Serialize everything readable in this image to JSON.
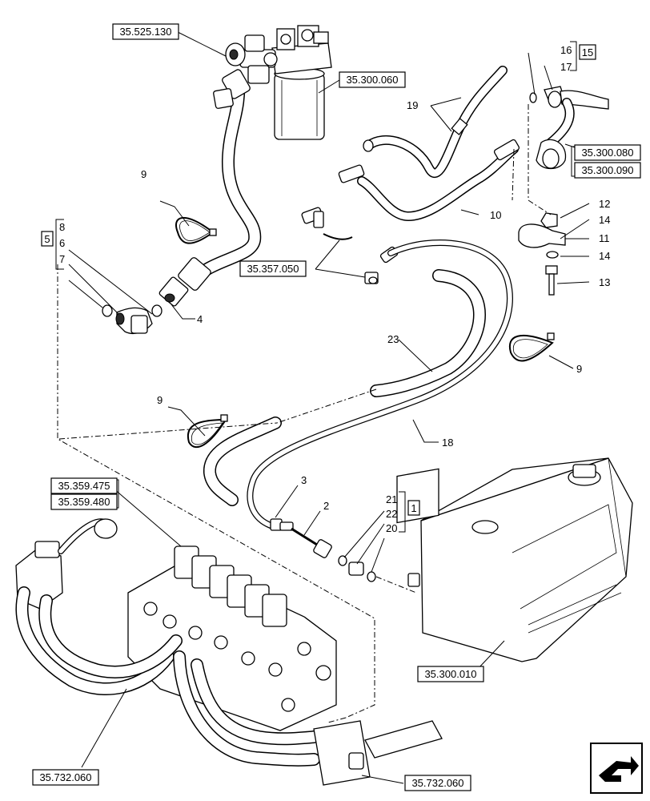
{
  "references": {
    "r_525_130": "35.525.130",
    "r_300_060": "35.300.060",
    "r_300_080": "35.300.080",
    "r_300_090": "35.300.090",
    "r_357_050": "35.357.050",
    "r_359_475": "35.359.475",
    "r_359_480": "35.359.480",
    "r_300_010": "35.300.010",
    "r_732_060_left": "35.732.060",
    "r_732_060_right": "35.732.060"
  },
  "groups": {
    "g5": "5",
    "g15": "15",
    "g1": "1"
  },
  "callouts": {
    "n8": "8",
    "n6": "6",
    "n7": "7",
    "n4": "4",
    "n9_top": "9",
    "n9_right": "9",
    "n9_mid": "9",
    "n16": "16",
    "n17": "17",
    "n19": "19",
    "n10": "10",
    "n12": "12",
    "n14_a": "14",
    "n11": "11",
    "n14_b": "14",
    "n13": "13",
    "n23": "23",
    "n18": "18",
    "n3": "3",
    "n2": "2",
    "n21": "21",
    "n22": "22",
    "n20": "20"
  },
  "icons": {
    "nav": "next-page-arrow-icon"
  }
}
